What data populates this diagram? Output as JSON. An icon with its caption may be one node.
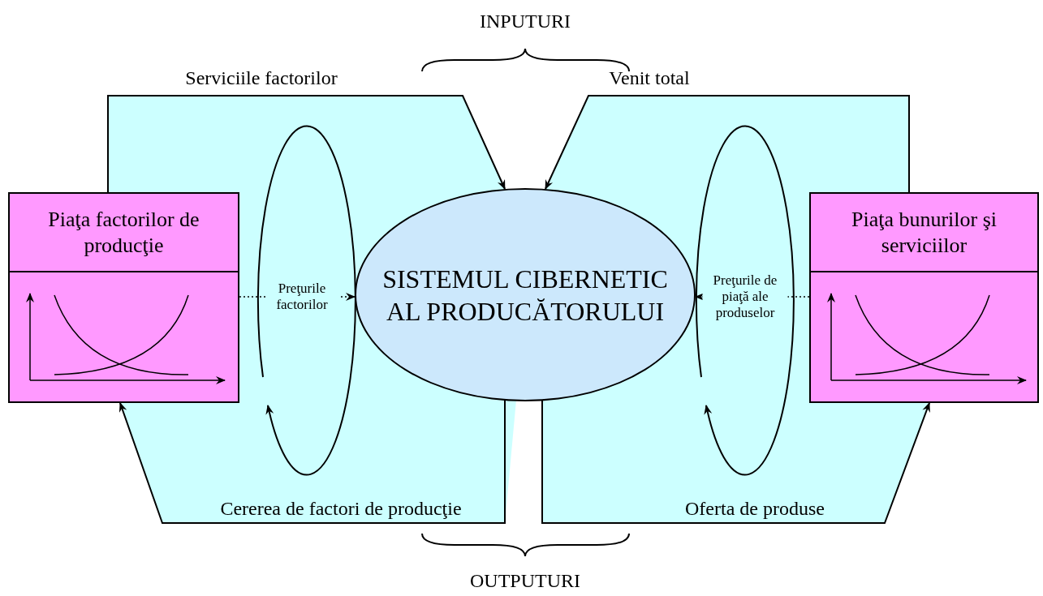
{
  "diagram": {
    "nodes": [
      {
        "text": [
          "Piaţa factorilor de producţie"
        ]
      },
      {
        "text": [
          "SISTEMUL CIBERNETIC AL PRODUCĂTORULUI"
        ]
      },
      {
        "text": [
          "Piaţa bunurilor şi serviciilor"
        ]
      }
    ],
    "edges": [
      {
        "from": 0,
        "to": 1,
        "arrow": "to",
        "label": "Serviciile factorilor"
      },
      {
        "from": 2,
        "to": 1,
        "arrow": "to",
        "label": "Venit total"
      },
      {
        "from": 1,
        "to": 0,
        "arrow": "to",
        "label": "Cererea de factori de producţie"
      },
      {
        "from": 1,
        "to": 2,
        "arrow": "to",
        "label": "Oferta de produse"
      },
      {
        "from": 0,
        "to": 1,
        "arrow": "to",
        "label": "Preţurile factorilor",
        "style": "dashed"
      },
      {
        "from": 2,
        "to": 1,
        "arrow": "to",
        "label": "Preţurile de piaţă ale produselor",
        "style": "dashed"
      }
    ],
    "labels": [
      "INPUTURI",
      "OUTPUTURI"
    ]
  }
}
